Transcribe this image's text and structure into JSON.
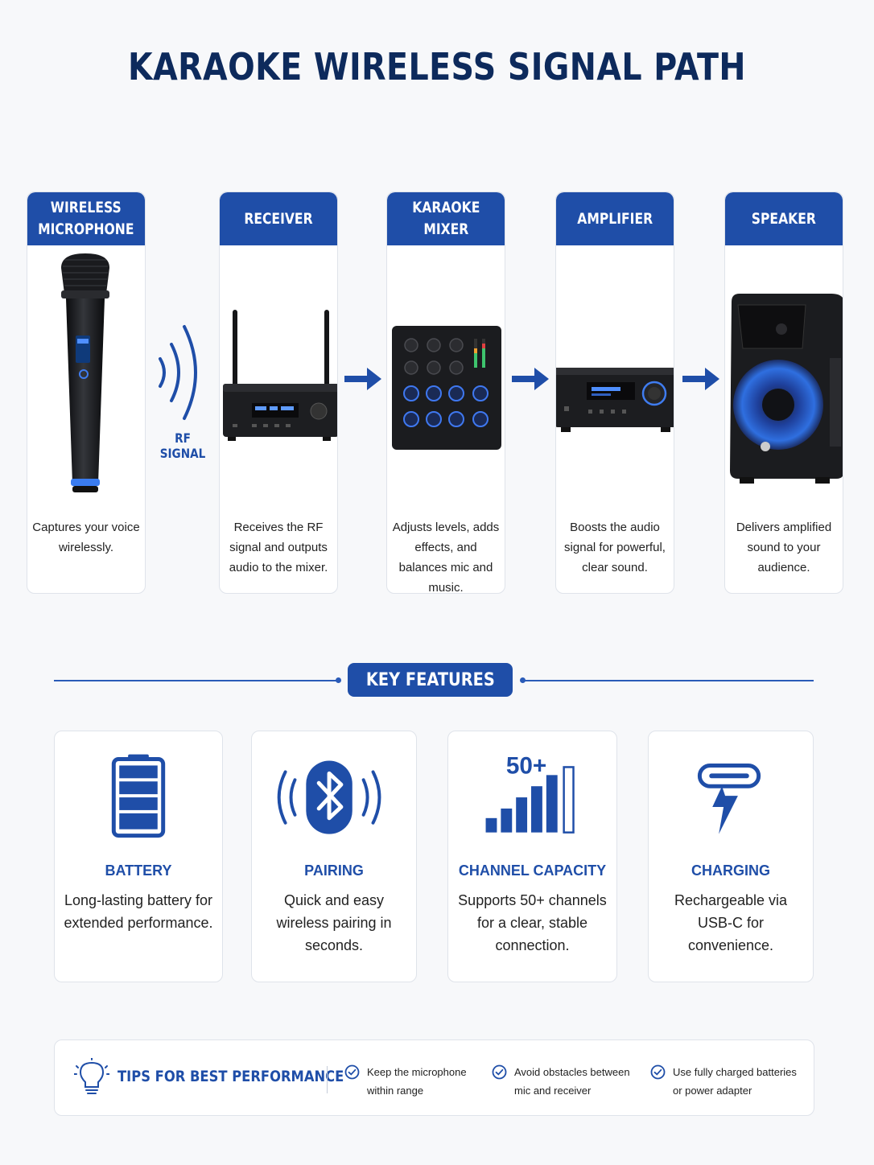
{
  "title": "KARAOKE WIRELESS SIGNAL PATH",
  "stages": [
    {
      "label": "WIRELESS\nMICROPHONE",
      "desc": "Captures your voice wirelessly."
    },
    {
      "label": "RECEIVER",
      "desc": "Receives the RF signal and outputs audio to the mixer."
    },
    {
      "label": "KARAOKE\nMIXER",
      "desc": "Adjusts levels, adds effects, and balances mic and music."
    },
    {
      "label": "AMPLIFIER",
      "desc": "Boosts the audio signal for powerful, clear sound."
    },
    {
      "label": "SPEAKER",
      "desc": "Delivers amplified sound to your audience."
    }
  ],
  "rf_label": "RF SIGNAL",
  "key_features_label": "KEY FEATURES",
  "features": [
    {
      "title": "BATTERY",
      "desc": "Long-lasting battery for extended performance.",
      "icon": "battery-icon"
    },
    {
      "title": "PAIRING",
      "desc": "Quick and easy wireless pairing in seconds.",
      "icon": "bluetooth-icon"
    },
    {
      "title": "CHANNEL CAPACITY",
      "desc": "Supports 50+ channels for a clear, stable connection.",
      "icon": "signal-bars-icon",
      "badge": "50+"
    },
    {
      "title": "CHARGING",
      "desc": "Rechargeable via USB-C for convenience.",
      "icon": "usb-c-charging-icon"
    }
  ],
  "tips": {
    "title": "TIPS FOR BEST PERFORMANCE",
    "items": [
      "Keep the microphone within range",
      "Avoid obstacles between mic and receiver",
      "Use fully charged batteries or power adapter"
    ]
  },
  "colors": {
    "accent": "#1f4ea8",
    "title": "#0d2a5c",
    "device": "#1c1d20",
    "glow": "#2f6fe0"
  }
}
